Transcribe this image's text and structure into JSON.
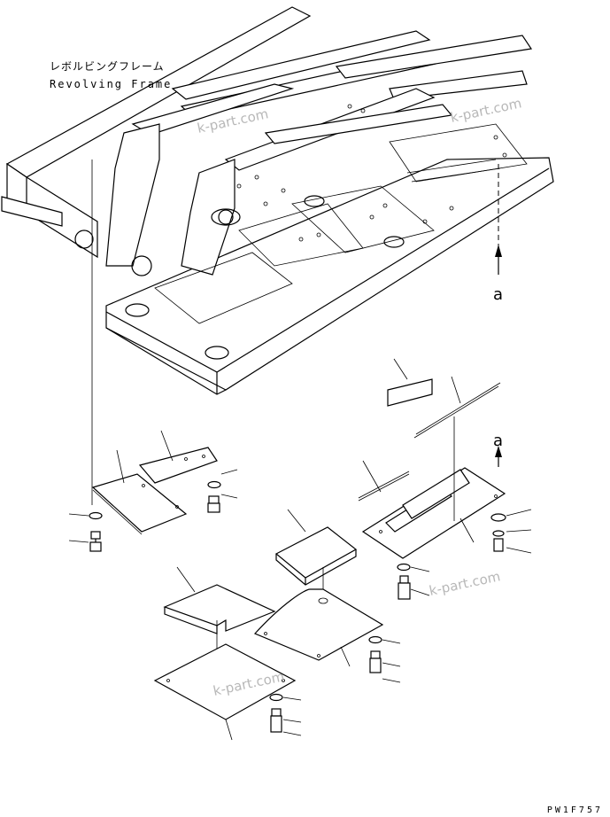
{
  "labels": {
    "frame_jp": "レボルビングフレーム",
    "frame_en": "Revolving Frame",
    "view_arrow": "a",
    "view_arrow_2": "a",
    "drawing_code": "PW1F757"
  },
  "watermarks": [
    "k-part.com",
    "k-part.com",
    "k-part.com",
    "k-part.com"
  ],
  "colors": {
    "line": "#000000",
    "watermark": "#b8b8b8",
    "background": "#ffffff"
  }
}
